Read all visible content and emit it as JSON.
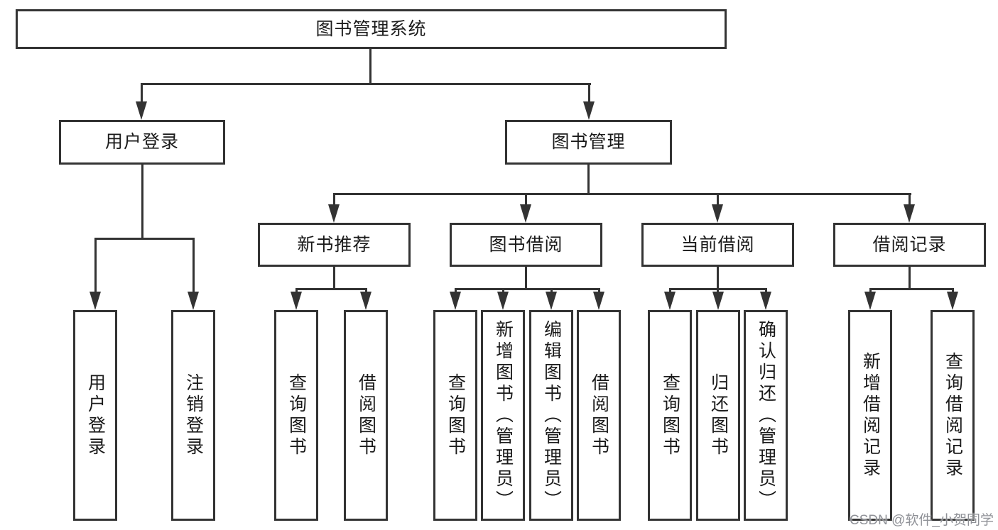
{
  "diagram": {
    "root_label": "图书管理系统",
    "level2": {
      "user_login": "用户登录",
      "book_mgmt": "图书管理"
    },
    "level3": {
      "new_books": "新书推荐",
      "book_borrow": "图书借阅",
      "current_borrow": "当前借阅",
      "borrow_records": "借阅记录"
    },
    "leaves": {
      "user_login_children": [
        "用户登录",
        "注销登录"
      ],
      "new_books_children": [
        "查询图书",
        "借阅图书"
      ],
      "book_borrow_children": [
        "查询图书",
        "新增图书（管理员）",
        "编辑图书（管理员）",
        "借阅图书"
      ],
      "current_borrow_children": [
        "查询图书",
        "归还图书",
        "确认归还（管理员）"
      ],
      "borrow_records_children": [
        "新增借阅记录",
        "查询借阅记录"
      ]
    }
  },
  "watermark": {
    "text": "CSDN @软件_小贺同学"
  },
  "colors": {
    "line": "#333333",
    "text": "#1a1a1a",
    "background": "#ffffff",
    "watermark_text": "#8f9197"
  }
}
